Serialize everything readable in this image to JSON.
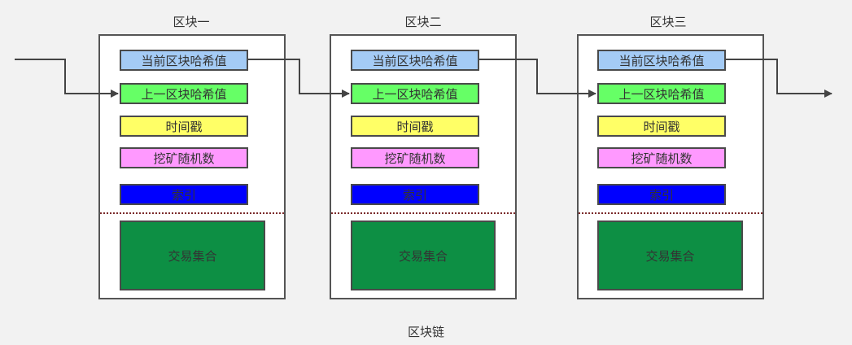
{
  "diagram": {
    "caption": "区块链",
    "colors": {
      "current_hash": "#a4cbf5",
      "prev_hash": "#66ff66",
      "timestamp": "#ffff66",
      "nonce": "#ff99ff",
      "index": "#0000ff",
      "transactions": "#0d8f44",
      "link_line": "#444444",
      "divider": "#7a2a2a"
    },
    "blocks": [
      {
        "title": "区块一",
        "fields": {
          "current_hash": "当前区块哈希值",
          "prev_hash": "上一区块哈希值",
          "timestamp": "时间戳",
          "nonce": "挖矿随机数",
          "index": "索引"
        },
        "transactions": "交易集合"
      },
      {
        "title": "区块二",
        "fields": {
          "current_hash": "当前区块哈希值",
          "prev_hash": "上一区块哈希值",
          "timestamp": "时间戳",
          "nonce": "挖矿随机数",
          "index": "索引"
        },
        "transactions": "交易集合"
      },
      {
        "title": "区块三",
        "fields": {
          "current_hash": "当前区块哈希值",
          "prev_hash": "上一区块哈希值",
          "timestamp": "时间戳",
          "nonce": "挖矿随机数",
          "index": "索引"
        },
        "transactions": "交易集合"
      }
    ]
  }
}
